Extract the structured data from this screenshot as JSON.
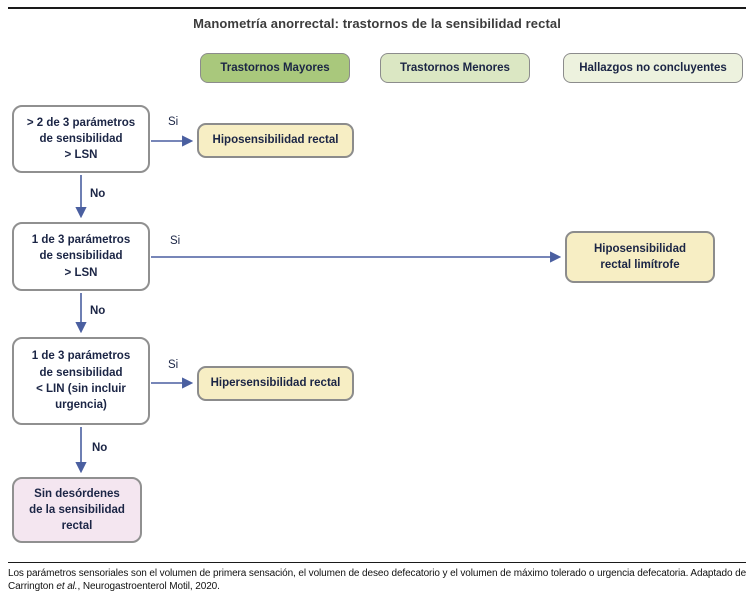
{
  "title": "Manometría anorrectal: trastornos de la sensibilidad rectal",
  "legend": {
    "mayores": {
      "label": "Trastornos Mayores",
      "color": "#a9c87c"
    },
    "menores": {
      "label": "Trastornos Menores",
      "color": "#dbe7c3"
    },
    "no_concluyentes": {
      "label": "Hallazgos no concluyentes",
      "color": "#edf2de"
    }
  },
  "flow": {
    "d1": {
      "text": "> 2 de 3 parámetros\nde sensibilidad\n> LSN"
    },
    "d2": {
      "text": "1 de 3 parámetros\nde sensibilidad\n> LSN"
    },
    "d3": {
      "text": "1 de 3 parámetros\nde sensibilidad\n< LIN (sin incluir\nurgencia)"
    },
    "o1": {
      "text": "Hiposensibilidad rectal",
      "color": "#f7eec4"
    },
    "o2": {
      "text": "Hiposensibilidad\nrectal limítrofe",
      "color": "#f7eec4"
    },
    "o3": {
      "text": "Hipersensibilidad rectal",
      "color": "#f7eec4"
    },
    "no_disorder": {
      "text": "Sin desórdenes\nde la sensibilidad\nrectal",
      "color": "#f4e6f0"
    },
    "labels": {
      "si1": "Si",
      "no1": "No",
      "si2": "Si",
      "no2": "No",
      "si3": "Si",
      "no3": "No"
    }
  },
  "colors": {
    "arrow": "#4a5fa0",
    "box_text": "#1b2545",
    "border_gray": "#8c8c8c",
    "rule_black": "#1a1a1a"
  },
  "footer": {
    "part1": "Los parámetros sensoriales son el volumen de primera sensación, el volumen de deseo defecatorio y el volumen de máximo tolerado o urgencia defecatoria. Adaptado de Carrington ",
    "italic": "et al.",
    "part2": ", Neurogastroenterol Motil, 2020."
  }
}
